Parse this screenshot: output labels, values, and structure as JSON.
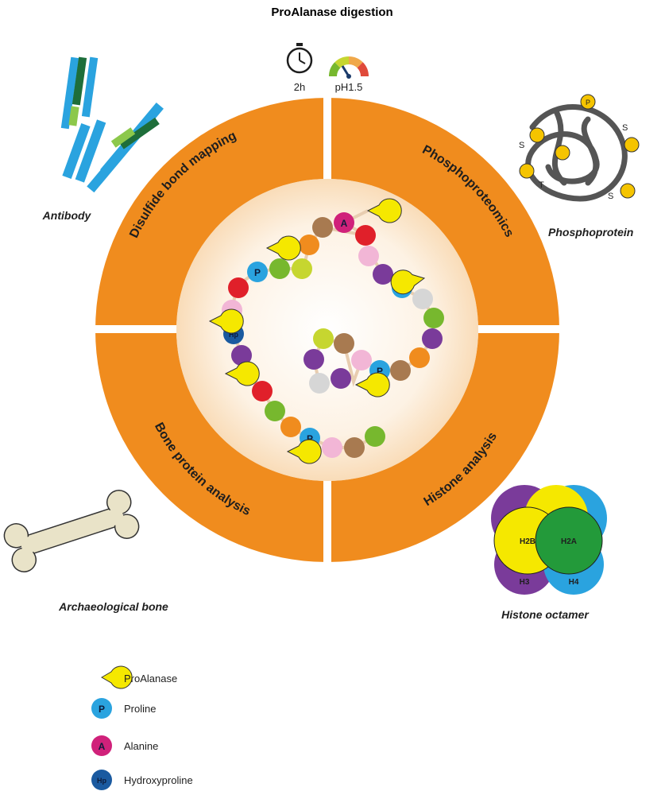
{
  "title": "ProAlanase digestion",
  "conditions": {
    "time": "2h",
    "ph": "pH1.5"
  },
  "segments": [
    {
      "label": "Disulfide bond mapping"
    },
    {
      "label": "Phosphoproteomics"
    },
    {
      "label": "Bone protein analysis"
    },
    {
      "label": "Histone analysis"
    }
  ],
  "samples": {
    "antibody": "Antibody",
    "phosphoprotein": "Phosphoprotein",
    "bone": "Archaeological bone",
    "histone": "Histone octamer"
  },
  "octamer_labels": [
    "H2B",
    "H2A",
    "H3",
    "H4"
  ],
  "phospho_sites": [
    "P",
    "T",
    "S",
    "S",
    "S"
  ],
  "legend": [
    {
      "label": "ProAlanase",
      "symbol": "",
      "color": "#f5e800"
    },
    {
      "label": "Proline",
      "symbol": "P",
      "color": "#2aa3df"
    },
    {
      "label": "Alanine",
      "symbol": "A",
      "color": "#d0217a"
    },
    {
      "label": "Hydroxyproline",
      "symbol": "Hp",
      "color": "#1a5aa0"
    }
  ],
  "colors": {
    "ring": "#f08c1e",
    "proalanase": "#f5e800",
    "proline": "#2aa3df",
    "alanine": "#d0217a",
    "hydroxyproline": "#1a5aa0",
    "red": "#e0202a",
    "brown": "#a87a50",
    "orange": "#f08c1e",
    "pink": "#f2b6d6",
    "purple": "#7a3b9a",
    "green": "#77b82e",
    "lime": "#c6d630",
    "grey": "#d6d6d6"
  }
}
